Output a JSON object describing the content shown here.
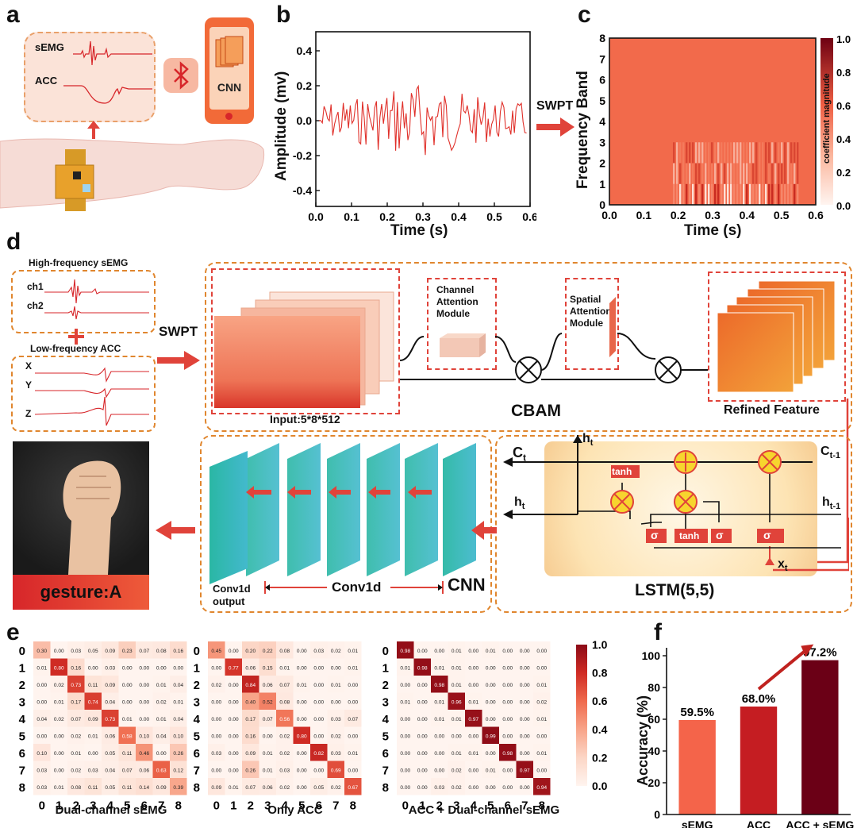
{
  "panel_labels": {
    "a": "a",
    "b": "b",
    "c": "c",
    "d": "d",
    "e": "e",
    "f": "f"
  },
  "panel_a": {
    "semg_label": "sEMG",
    "acc_label": "ACC",
    "cnn_label": "CNN"
  },
  "panel_b": {
    "xlabel": "Time (s)",
    "ylabel": "Amplitude (mv)",
    "xticks": [
      "0.0",
      "0.1",
      "0.2",
      "0.3",
      "0.4",
      "0.5",
      "0.6"
    ],
    "yticks": [
      "0.4",
      "0.2",
      "0.0",
      "-0.2",
      "-0.4"
    ]
  },
  "swpt_label": "SWPT",
  "panel_c": {
    "xlabel": "Time (s)",
    "ylabel": "Frequency Band",
    "xticks": [
      "0.0",
      "0.1",
      "0.2",
      "0.3",
      "0.4",
      "0.5",
      "0.6"
    ],
    "yticks": [
      "8",
      "7",
      "6",
      "5",
      "4",
      "3",
      "2",
      "1",
      "0"
    ],
    "colorbar_label": "coefficient magnitude",
    "colorbar_ticks": [
      "1.0",
      "0.8",
      "0.6",
      "0.4",
      "0.2",
      "0.0"
    ]
  },
  "panel_d": {
    "semg_title": "High-frequency sEMG",
    "ch1": "ch1",
    "ch2": "ch2",
    "acc_title": "Low-frequency ACC",
    "x": "X",
    "y": "Y",
    "z": "Z",
    "swpt": "SWPT",
    "input": "Input:5*8*512",
    "channel_attention": "Channel Attention Module",
    "spatial_attention": "Spatial Attention Module",
    "cbam": "CBAM",
    "refined": "Refined Feature",
    "ct": "C",
    "ct_sub": "t",
    "ht_top": "h",
    "ht_top_sub": "t",
    "ctm1": "C",
    "ctm1_sub": "t-1",
    "ht_left": "h",
    "ht_left_sub": "t",
    "htm1": "h",
    "htm1_sub": "t-1",
    "xt": "x",
    "xt_sub": "t",
    "tanh": "tanh",
    "sigma": "σ",
    "lstm": "LSTM(5,5)",
    "cnn": "CNN",
    "conv1d": "Conv1d",
    "conv1d_output": "Conv1d output",
    "gesture": "gesture:A"
  },
  "panel_e": {
    "heatmaps": [
      {
        "title": "Dual-channel sEMG",
        "matrix": [
          [
            0.3,
            0.0,
            0.03,
            0.05,
            0.09,
            0.23,
            0.07,
            0.08,
            0.16
          ],
          [
            0.01,
            0.8,
            0.16,
            0.0,
            0.03,
            0.0,
            0.0,
            0.0,
            0.0
          ],
          [
            0.0,
            0.02,
            0.73,
            0.11,
            0.09,
            0.0,
            0.0,
            0.01,
            0.04
          ],
          [
            0.0,
            0.01,
            0.17,
            0.74,
            0.04,
            0.0,
            0.0,
            0.02,
            0.01
          ],
          [
            0.04,
            0.02,
            0.07,
            0.09,
            0.73,
            0.01,
            0.0,
            0.01,
            0.04
          ],
          [
            0.0,
            0.0,
            0.02,
            0.01,
            0.06,
            0.58,
            0.1,
            0.04,
            0.1
          ],
          [
            0.1,
            0.0,
            0.01,
            0.0,
            0.05,
            0.11,
            0.46,
            0.0,
            0.26
          ],
          [
            0.03,
            0.0,
            0.02,
            0.03,
            0.04,
            0.07,
            0.06,
            0.63,
            0.12
          ],
          [
            0.03,
            0.01,
            0.08,
            0.11,
            0.05,
            0.11,
            0.14,
            0.09,
            0.39
          ]
        ]
      },
      {
        "title": "Only ACC",
        "matrix": [
          [
            0.45,
            0.0,
            0.2,
            0.22,
            0.08,
            0.0,
            0.03,
            0.02,
            0.01
          ],
          [
            0.0,
            0.77,
            0.06,
            0.15,
            0.01,
            0.0,
            0.0,
            0.0,
            0.01
          ],
          [
            0.02,
            0.0,
            0.84,
            0.06,
            0.07,
            0.01,
            0.0,
            0.01,
            0.0
          ],
          [
            0.0,
            0.0,
            0.4,
            0.52,
            0.08,
            0.0,
            0.0,
            0.0,
            0.0
          ],
          [
            0.0,
            0.0,
            0.17,
            0.07,
            0.56,
            0.0,
            0.0,
            0.03,
            0.07
          ],
          [
            0.0,
            0.0,
            0.16,
            0.0,
            0.02,
            0.8,
            0.0,
            0.02,
            0.0
          ],
          [
            0.03,
            0.0,
            0.09,
            0.01,
            0.02,
            0.0,
            0.82,
            0.03,
            0.01
          ],
          [
            0.0,
            0.0,
            0.26,
            0.01,
            0.03,
            0.0,
            0.0,
            0.69,
            0.0
          ],
          [
            0.09,
            0.01,
            0.07,
            0.06,
            0.02,
            0.0,
            0.05,
            0.02,
            0.67
          ]
        ]
      },
      {
        "title": "ACC + Dual-channel sEMG",
        "matrix": [
          [
            0.98,
            0.0,
            0.0,
            0.01,
            0.0,
            0.01,
            0.0,
            0.0,
            0.0
          ],
          [
            0.01,
            0.98,
            0.01,
            0.01,
            0.0,
            0.0,
            0.0,
            0.0,
            0.0
          ],
          [
            0.0,
            0.0,
            0.98,
            0.01,
            0.0,
            0.0,
            0.0,
            0.0,
            0.01
          ],
          [
            0.01,
            0.0,
            0.01,
            0.96,
            0.01,
            0.0,
            0.0,
            0.0,
            0.02
          ],
          [
            0.0,
            0.0,
            0.01,
            0.01,
            0.97,
            0.0,
            0.0,
            0.0,
            0.01
          ],
          [
            0.0,
            0.0,
            0.0,
            0.0,
            0.0,
            0.99,
            0.0,
            0.0,
            0.0
          ],
          [
            0.0,
            0.0,
            0.0,
            0.01,
            0.01,
            0.0,
            0.98,
            0.0,
            0.01
          ],
          [
            0.0,
            0.0,
            0.0,
            0.02,
            0.0,
            0.01,
            0.0,
            0.97,
            0.0
          ],
          [
            0.0,
            0.0,
            0.03,
            0.02,
            0.0,
            0.0,
            0.0,
            0.0,
            0.94
          ]
        ]
      }
    ],
    "colorbar_ticks": [
      "1.0",
      "0.8",
      "0.6",
      "0.4",
      "0.2",
      "0.0"
    ]
  },
  "chart_data": {
    "type": "bar",
    "categories": [
      "sEMG",
      "ACC",
      "ACC + sEMG"
    ],
    "values": [
      59.5,
      68.0,
      97.2
    ],
    "value_labels": [
      "59.5%",
      "68.0%",
      "97.2%"
    ],
    "ylabel": "Accuracy (%)",
    "ylim": [
      0,
      100
    ],
    "yticks": [
      "100",
      "80",
      "60",
      "40",
      "20",
      "0"
    ],
    "colors": [
      "#f4644a",
      "#c51d22",
      "#6b0016"
    ]
  }
}
